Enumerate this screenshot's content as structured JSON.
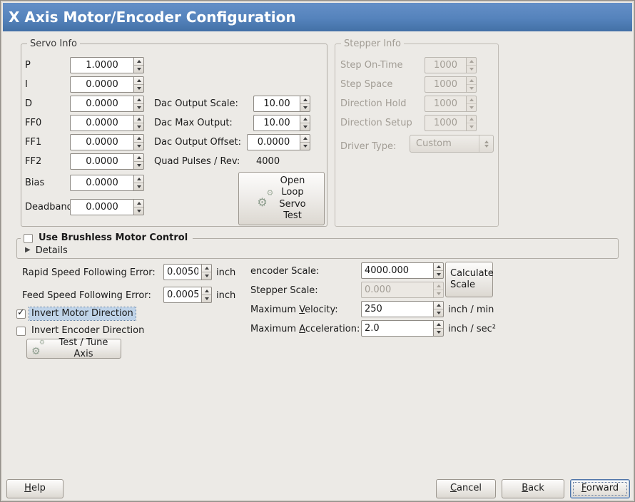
{
  "window": {
    "title": "X Axis Motor/Encoder Configuration"
  },
  "icons": {
    "gear": "⚙",
    "expander": "▶",
    "check": "✓"
  },
  "servo_info": {
    "legend": "Servo Info",
    "params": [
      {
        "label": "P",
        "value": "1.0000"
      },
      {
        "label": "I",
        "value": "0.0000"
      },
      {
        "label": "D",
        "value": "0.0000"
      },
      {
        "label": "FF0",
        "value": "0.0000"
      },
      {
        "label": "FF1",
        "value": "0.0000"
      },
      {
        "label": "FF2",
        "value": "0.0000"
      },
      {
        "label": "Bias",
        "value": "0.0000"
      },
      {
        "label": "Deadband",
        "value": "0.0000"
      }
    ],
    "dac": [
      {
        "label": "Dac Output Scale:",
        "value": "10.00"
      },
      {
        "label": "Dac Max Output:",
        "value": "10.00"
      },
      {
        "label": "Dac Output Offset:",
        "value": "0.0000"
      }
    ],
    "quad": {
      "label": "Quad Pulses / Rev:",
      "value": "4000"
    },
    "open_loop_button": "Open\nLoop\nServo\nTest"
  },
  "stepper_info": {
    "legend": "Stepper Info",
    "rows": [
      {
        "label": "Step On-Time",
        "value": "1000"
      },
      {
        "label": "Step Space",
        "value": "1000"
      },
      {
        "label": "Direction Hold",
        "value": "1000"
      },
      {
        "label": "Direction Setup",
        "value": "1000"
      }
    ],
    "driver_type": {
      "label": "Driver Type:",
      "value": "Custom"
    }
  },
  "brushless": {
    "checkbox_label": "Use Brushless Motor Control",
    "details_label": "Details"
  },
  "tuning": {
    "rapid_error": {
      "label": "Rapid Speed Following Error:",
      "value": "0.0050",
      "unit": "inch"
    },
    "feed_error": {
      "label": "Feed Speed Following Error:",
      "value": "0.0005",
      "unit": "inch"
    },
    "invert_motor_label": "Invert Motor Direction",
    "invert_encoder_label": "Invert Encoder Direction",
    "test_tune_button": "Test / Tune Axis"
  },
  "scale": {
    "encoder_scale": {
      "label": "encoder Scale:",
      "value": "4000.000"
    },
    "calculate_button": "Calculate\nScale",
    "stepper_scale": {
      "label": "Stepper Scale:",
      "value": "0.000"
    },
    "max_velocity": {
      "label": {
        "text": "Maximum Velocity:",
        "u": 8
      },
      "value": "250",
      "unit": "inch / min"
    },
    "max_acceleration": {
      "label": {
        "text": "Maximum Acceleration:",
        "u": 8
      },
      "value": "2.0",
      "unit": "inch / sec²"
    }
  },
  "footer": {
    "help": {
      "text": "Help",
      "u": 0
    },
    "cancel": {
      "text": "Cancel",
      "u": 0
    },
    "back": {
      "text": "Back",
      "u": 0
    },
    "forward": {
      "text": "Forward",
      "u": 0
    }
  }
}
